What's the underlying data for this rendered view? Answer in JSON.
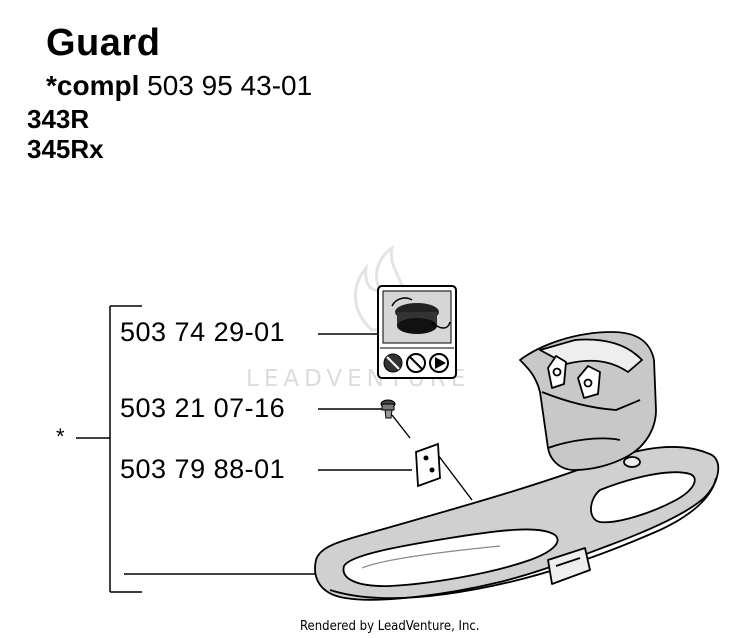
{
  "header": {
    "title": "Guard",
    "subtitle_prefix": "*compl",
    "subtitle_number": "503 95 43-01",
    "models": [
      "343R",
      "345Rx"
    ]
  },
  "parts": [
    {
      "part_number": "503 74 29-01"
    },
    {
      "part_number": "503 21 07-16"
    },
    {
      "part_number": "503 79 88-01"
    }
  ],
  "bracket_marker": "*",
  "watermark": "LEADVENTURE",
  "footer": "Rendered by LeadVenture, Inc.",
  "icon_names": [
    "spool-decal-icon",
    "screw-icon",
    "plate-icon",
    "trimmer-guard-icon",
    "flame-logo-icon"
  ]
}
